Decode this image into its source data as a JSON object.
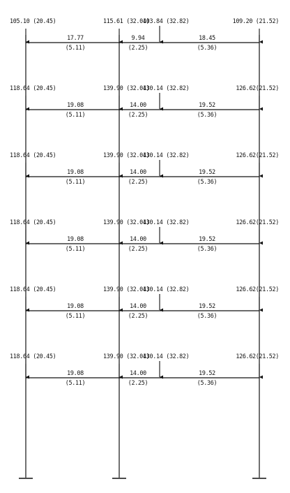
{
  "diagram": {
    "line_color": "#111111",
    "background": "#ffffff",
    "floors": [
      {
        "col_left": "105.10 (20.45)",
        "col_mid": "115.61 (32.04)",
        "point": "103.84 (32.82)",
        "col_right": "109.20 (21.52)",
        "beam_left": "17.77",
        "beam_left_sub": "(5.11)",
        "beam_mid": "9.94",
        "beam_mid_sub": "(2.25)",
        "beam_right": "18.45",
        "beam_right_sub": "(5.36)"
      },
      {
        "col_left": "118.64 (20.45)",
        "col_mid": "139.90 (32.04)",
        "point": "130.14 (32.82)",
        "col_right": "126.62(21.52)",
        "beam_left": "19.08",
        "beam_left_sub": "(5.11)",
        "beam_mid": "14.00",
        "beam_mid_sub": "(2.25)",
        "beam_right": "19.52",
        "beam_right_sub": "(5.36)"
      },
      {
        "col_left": "118.64 (20.45)",
        "col_mid": "139.90 (32.04)",
        "point": "130.14 (32.82)",
        "col_right": "126.62(21.52)",
        "beam_left": "19.08",
        "beam_left_sub": "(5.11)",
        "beam_mid": "14.00",
        "beam_mid_sub": "(2.25)",
        "beam_right": "19.52",
        "beam_right_sub": "(5.36)"
      },
      {
        "col_left": "118.64 (20.45)",
        "col_mid": "139.90 (32.04)",
        "point": "130.14 (32.82)",
        "col_right": "126.62(21.52)",
        "beam_left": "19.08",
        "beam_left_sub": "(5.11)",
        "beam_mid": "14.00",
        "beam_mid_sub": "(2.25)",
        "beam_right": "19.52",
        "beam_right_sub": "(5.36)"
      },
      {
        "col_left": "118.64 (20.45)",
        "col_mid": "139.90 (32.04)",
        "point": "130.14 (32.82)",
        "col_right": "126.62(21.52)",
        "beam_left": "19.08",
        "beam_left_sub": "(5.11)",
        "beam_mid": "14.00",
        "beam_mid_sub": "(2.25)",
        "beam_right": "19.52",
        "beam_right_sub": "(5.36)"
      },
      {
        "col_left": "118.64 (20.45)",
        "col_mid": "139.90 (32.04)",
        "point": "130.14 (32.82)",
        "col_right": "126.62(21.52)",
        "beam_left": "19.08",
        "beam_left_sub": "(5.11)",
        "beam_mid": "14.00",
        "beam_mid_sub": "(2.25)",
        "beam_right": "19.52",
        "beam_right_sub": "(5.36)"
      }
    ]
  }
}
